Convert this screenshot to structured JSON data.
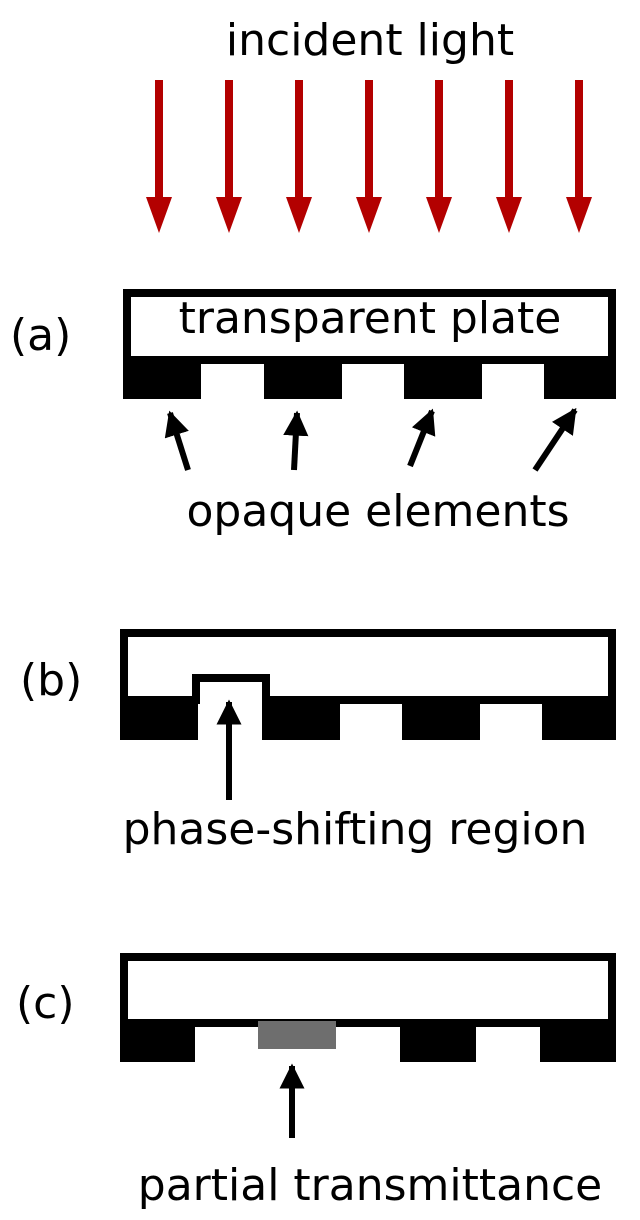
{
  "labels": {
    "incident_light": "incident light",
    "panel_a": "(a)",
    "transparent_plate": "transparent plate",
    "opaque_elements": "opaque elements",
    "panel_b": "(b)",
    "phase_shifting": "phase-shifting region",
    "panel_c": "(c)",
    "partial_transmittance": "partial transmittance"
  },
  "colors": {
    "light_arrow": "#b30000",
    "opaque": "#000000",
    "partial": "#6e6e6e",
    "plate_fill": "#ffffff"
  }
}
